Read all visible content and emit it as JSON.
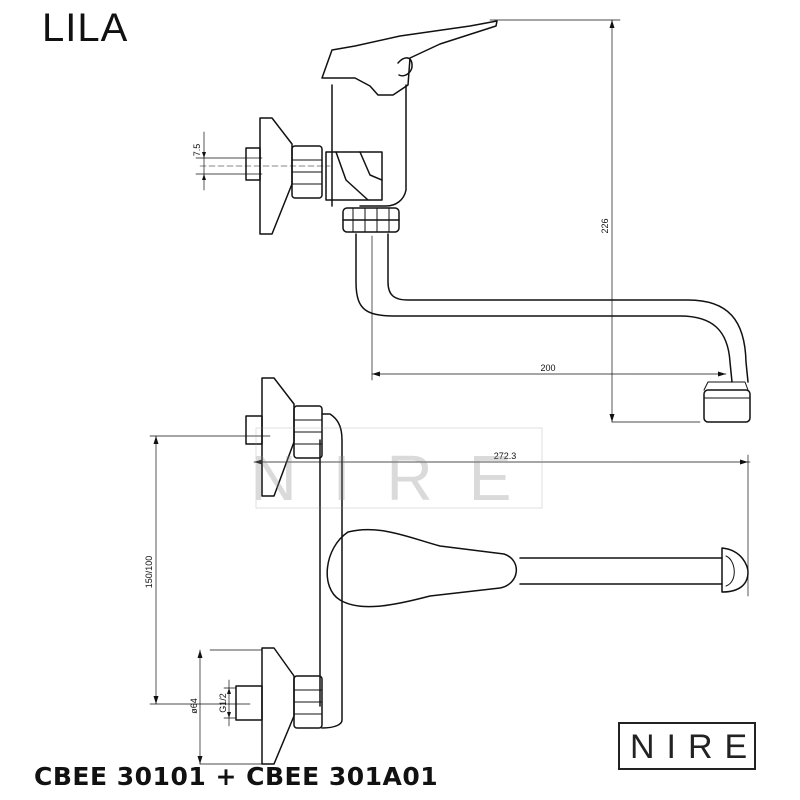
{
  "title": "LILA",
  "product_codes": "CBEE 30101 + CBEE 301A01",
  "brand": "NIRE",
  "watermark": "NIRE",
  "dimensions": {
    "d_75": "7.5",
    "d_226": "226",
    "d_200": "200",
    "d_2723": "272.3",
    "d_150_100": "150/100",
    "d_64": "ø64",
    "d_g12": "G1/2"
  }
}
